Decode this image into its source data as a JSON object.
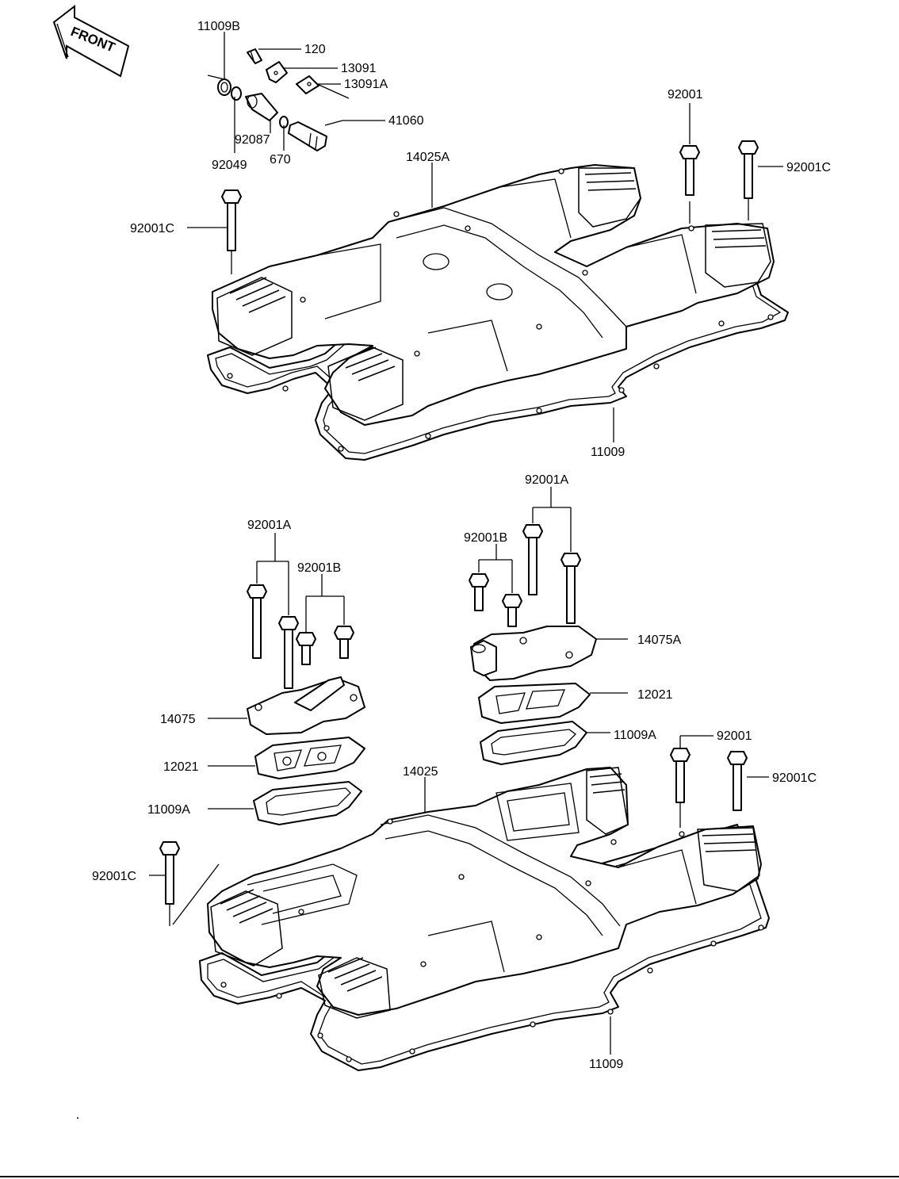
{
  "front_arrow": {
    "label": "FRONT"
  },
  "labels": {
    "l_11009B": "11009B",
    "l_120": "120",
    "l_13091": "13091",
    "l_13091A": "13091A",
    "l_41060": "41060",
    "l_92087": "92087",
    "l_92049": "92049",
    "l_670": "670",
    "l_14025A": "14025A",
    "l_92001_top": "92001",
    "l_92001C_top_right": "92001C",
    "l_92001C_top_left": "92001C",
    "l_11009_top": "11009",
    "l_92001A_right": "92001A",
    "l_92001B_right": "92001B",
    "l_92001A_left": "92001A",
    "l_92001B_left": "92001B",
    "l_14075A": "14075A",
    "l_12021_right": "12021",
    "l_11009A_right": "11009A",
    "l_92001_lower": "92001",
    "l_92001C_lower_right": "92001C",
    "l_14075": "14075",
    "l_12021_left": "12021",
    "l_14025": "14025",
    "l_11009A_left": "11009A",
    "l_92001C_lower_left": "92001C",
    "l_11009_bottom": "11009"
  }
}
